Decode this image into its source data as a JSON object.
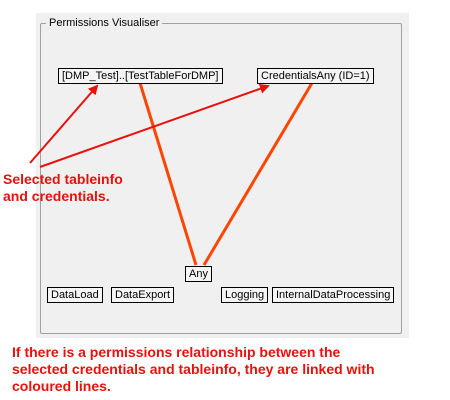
{
  "window": {
    "group_title": "Permissions Visualiser"
  },
  "nodes": {
    "tableinfo": "[DMP_Test]..[TestTableForDMP]",
    "credentials": "CredentialsAny (ID=1)",
    "any": "Any",
    "dataload": "DataLoad",
    "dataexport": "DataExport",
    "logging": "Logging",
    "internal": "InternalDataProcessing"
  },
  "annotations": {
    "selected_line1": "Selected tableinfo",
    "selected_line2": "and credentials.",
    "relationship_line1": "If there is a permissions relationship between the",
    "relationship_line2": "selected credentials and tableinfo, they are linked with",
    "relationship_line3": "coloured lines."
  },
  "colors": {
    "link_line": "#ff4500",
    "arrow": "#e8110b",
    "annotation_text": "#e8110b",
    "panel_bg": "#f0f0f0"
  }
}
